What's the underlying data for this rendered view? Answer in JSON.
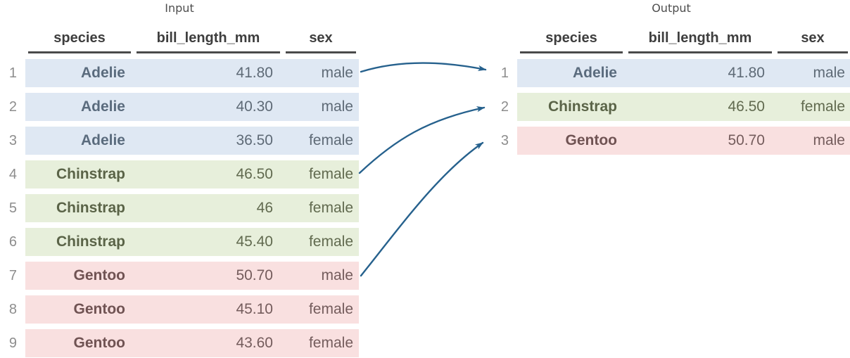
{
  "colors": {
    "arrow": "#26618d",
    "header_text": "#3e3e3e",
    "header_rule": "#4a4a4a",
    "title_text": "#4e4e4e",
    "index_text": "#8d8d8d",
    "adelie_row_bg": "#dfe8f3",
    "adelie_text": "#5a6b7d",
    "chinstrap_row_bg": "#e7efdb",
    "chinstrap_text": "#5a6347",
    "gentoo_row_bg": "#f9e0e0",
    "gentoo_text": "#705353"
  },
  "input_table": {
    "title": "Input",
    "columns": [
      "species",
      "bill_length_mm",
      "sex"
    ],
    "rows": [
      {
        "index": "1",
        "species": "Adelie",
        "bill_length_mm": "41.80",
        "sex": "male",
        "group": "adelie"
      },
      {
        "index": "2",
        "species": "Adelie",
        "bill_length_mm": "40.30",
        "sex": "male",
        "group": "adelie"
      },
      {
        "index": "3",
        "species": "Adelie",
        "bill_length_mm": "36.50",
        "sex": "female",
        "group": "adelie"
      },
      {
        "index": "4",
        "species": "Chinstrap",
        "bill_length_mm": "46.50",
        "sex": "female",
        "group": "chinstrap"
      },
      {
        "index": "5",
        "species": "Chinstrap",
        "bill_length_mm": "46",
        "sex": "female",
        "group": "chinstrap"
      },
      {
        "index": "6",
        "species": "Chinstrap",
        "bill_length_mm": "45.40",
        "sex": "female",
        "group": "chinstrap"
      },
      {
        "index": "7",
        "species": "Gentoo",
        "bill_length_mm": "50.70",
        "sex": "male",
        "group": "gentoo"
      },
      {
        "index": "8",
        "species": "Gentoo",
        "bill_length_mm": "45.10",
        "sex": "female",
        "group": "gentoo"
      },
      {
        "index": "9",
        "species": "Gentoo",
        "bill_length_mm": "43.60",
        "sex": "female",
        "group": "gentoo"
      }
    ]
  },
  "output_table": {
    "title": "Output",
    "columns": [
      "species",
      "bill_length_mm",
      "sex"
    ],
    "rows": [
      {
        "index": "1",
        "species": "Adelie",
        "bill_length_mm": "41.80",
        "sex": "male",
        "group": "adelie"
      },
      {
        "index": "2",
        "species": "Chinstrap",
        "bill_length_mm": "46.50",
        "sex": "female",
        "group": "chinstrap"
      },
      {
        "index": "3",
        "species": "Gentoo",
        "bill_length_mm": "50.70",
        "sex": "male",
        "group": "gentoo"
      }
    ]
  },
  "arrows": [
    {
      "from_input_row": "1",
      "to_output_row": "1"
    },
    {
      "from_input_row": "4",
      "to_output_row": "2"
    },
    {
      "from_input_row": "7",
      "to_output_row": "3"
    }
  ]
}
